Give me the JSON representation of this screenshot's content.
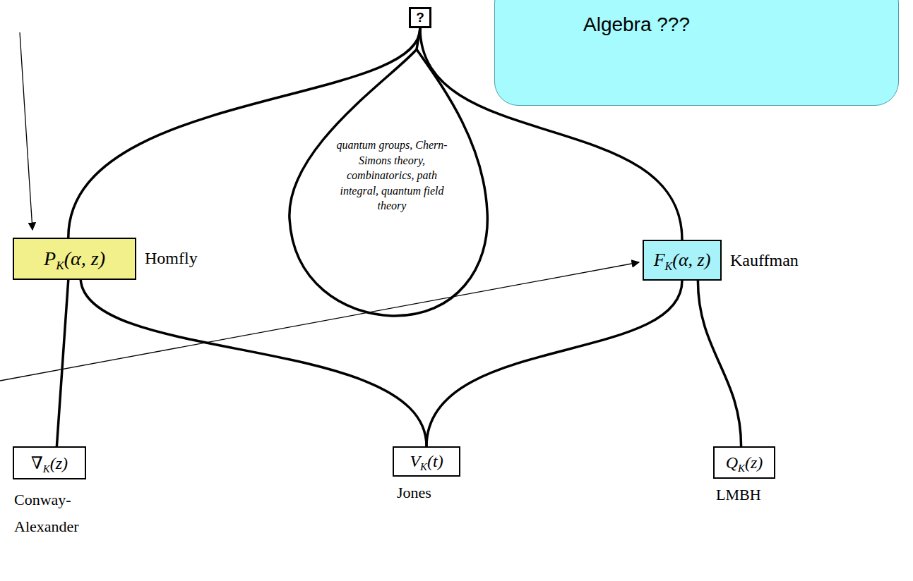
{
  "diagram": {
    "nodes": [
      {
        "text": [
          "?"
        ]
      },
      {
        "text": [
          "Algebra ???"
        ]
      },
      {
        "text": [
          "PK(α, z)",
          "Homfly"
        ]
      },
      {
        "text": [
          "quantum groups, Chern-Simons theory, combinatorics, path integral, quantum field theory"
        ]
      },
      {
        "text": [
          "FK(α, z)",
          "Kauffman"
        ]
      },
      {
        "text": [
          "∇K(z)",
          "Conway- Alexander"
        ]
      },
      {
        "text": [
          "VK(t)",
          "Jones"
        ]
      },
      {
        "text": [
          "QK(z)",
          "LMBH"
        ]
      }
    ],
    "edges": [
      {
        "from": 0,
        "to": 2,
        "arrow": "none"
      },
      {
        "from": 0,
        "to": 3,
        "arrow": "none"
      },
      {
        "from": 0,
        "to": 4,
        "arrow": "none"
      },
      {
        "from": 2,
        "to": 5,
        "arrow": "none"
      },
      {
        "from": 2,
        "to": 6,
        "arrow": "none"
      },
      {
        "from": 4,
        "to": 6,
        "arrow": "none"
      },
      {
        "from": 4,
        "to": 7,
        "arrow": "none"
      }
    ]
  }
}
